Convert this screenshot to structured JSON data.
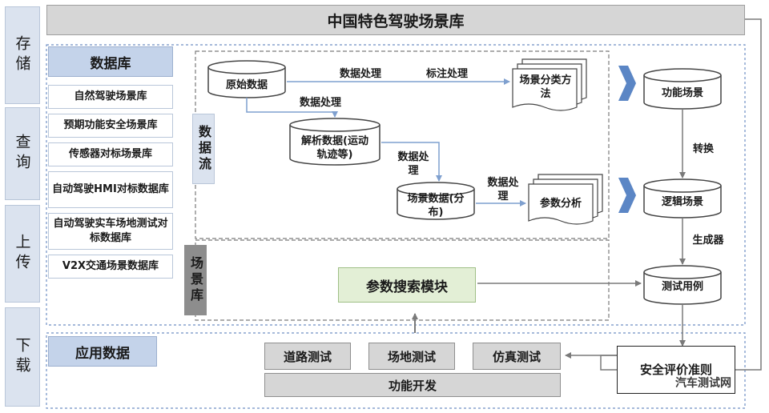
{
  "title": "中国特色驾驶场景库",
  "side_labels": [
    "存储",
    "查询",
    "上传",
    "下载"
  ],
  "database_label": "数据库",
  "database_items": [
    "自然驾驶场景库",
    "预期功能安全场景库",
    "传感器对标场景库",
    "自动驾驶HMI对标数据库",
    "自动驾驶实车场地测试对标数据库",
    "V2X交通场景数据库"
  ],
  "data_flow_label": "数据流",
  "scene_lib_label": "场景库",
  "nodes": {
    "raw_data": "原始数据",
    "parsed_data": "解析数据(运动轨迹等)",
    "scene_data": "场景数据(分布)",
    "scene_classify": "场景分类方法",
    "param_analysis": "参数分析",
    "functional_scene": "功能场景",
    "logical_scene": "逻辑场景",
    "test_case": "测试用例"
  },
  "edge_labels": {
    "processing_1": "数据处理",
    "annotation": "标注处理",
    "processing_2": "数据处理",
    "processing_3": "数据处理",
    "processing_4": "数据处理",
    "convert": "转换",
    "generator": "生成器"
  },
  "param_search_module": "参数搜索模块",
  "application_data": "应用数据",
  "tests": [
    "道路测试",
    "场地测试",
    "仿真测试"
  ],
  "function_dev": "功能开发",
  "safety_criteria": "安全评价准则",
  "watermark": "汽车测试网"
}
